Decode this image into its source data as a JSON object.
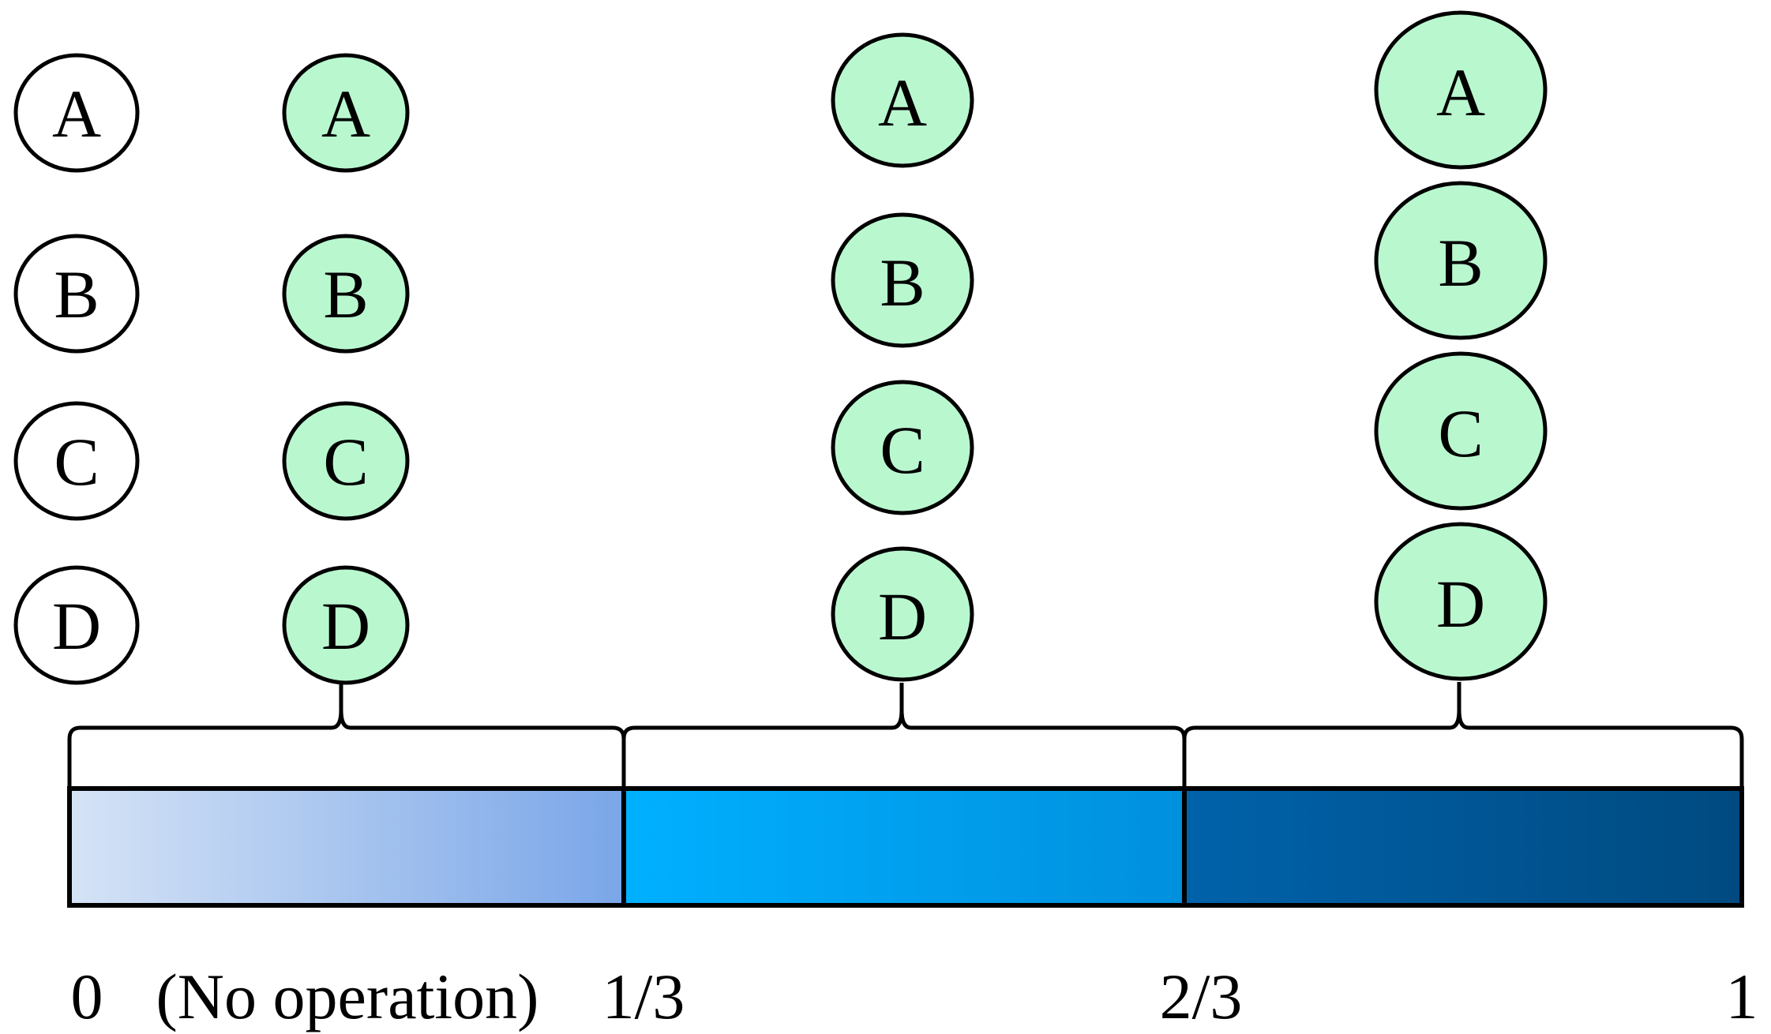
{
  "original_column": {
    "nodes": [
      "A",
      "B",
      "C",
      "D"
    ],
    "fill": "#ffffff"
  },
  "groups": [
    {
      "nodes": [
        "A",
        "B",
        "C",
        "D"
      ],
      "fill": "#b9f8cf"
    },
    {
      "nodes": [
        "A",
        "B",
        "C",
        "D"
      ],
      "fill": "#b9f8cf"
    },
    {
      "nodes": [
        "A",
        "B",
        "C",
        "D"
      ],
      "fill": "#b9f8cf"
    }
  ],
  "bar": {
    "segments": [
      {
        "gradient_start": "#d5e3f6",
        "gradient_end": "#7aa6e8"
      },
      {
        "gradient_start": "#00b0ff",
        "gradient_end": "#0090de"
      },
      {
        "gradient_start": "#0062aa",
        "gradient_end": "#004a80"
      }
    ]
  },
  "axis": {
    "zero": "0",
    "zero_note": "(No operation)",
    "one_third": "1/3",
    "two_thirds": "2/3",
    "one": "1"
  },
  "colors": {
    "stroke": "#000000",
    "node_fill": "#b9f8cf",
    "background": "#ffffff"
  }
}
